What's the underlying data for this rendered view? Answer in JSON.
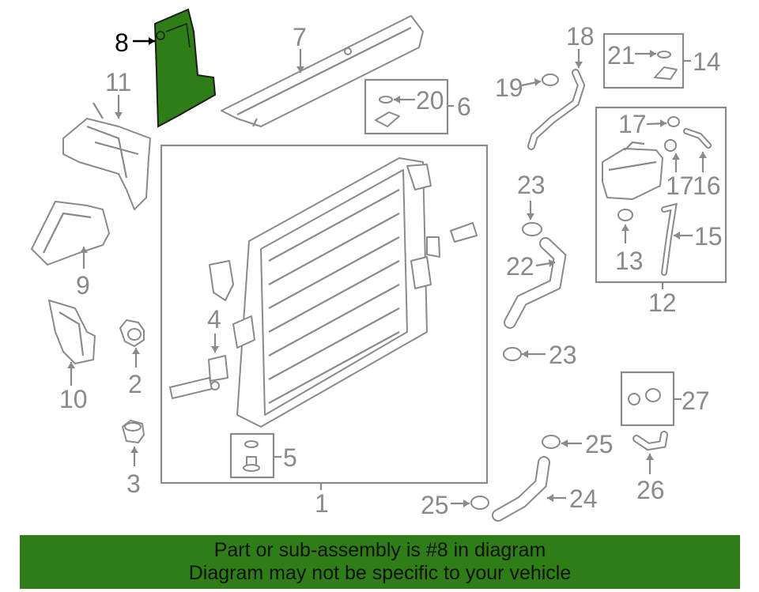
{
  "colors": {
    "highlight_part": "#2e7d16",
    "banner_bg": "#2e7d16",
    "outline": "#8a8a8a"
  },
  "callouts": {
    "c1": "1",
    "c2": "2",
    "c3": "3",
    "c4": "4",
    "c5": "5",
    "c6": "6",
    "c7": "7",
    "c8": "8",
    "c9": "9",
    "c10": "10",
    "c11": "11",
    "c12": "12",
    "c13": "13",
    "c14": "14",
    "c15": "15",
    "c16": "16",
    "c17a": "17",
    "c17b": "17",
    "c18": "18",
    "c19": "19",
    "c20": "20",
    "c21": "21",
    "c22": "22",
    "c23a": "23",
    "c23b": "23",
    "c24": "24",
    "c25a": "25",
    "c25b": "25",
    "c26": "26",
    "c27": "27"
  },
  "banner": {
    "line1": "Part or sub-assembly is #8 in diagram",
    "line2": "Diagram may not be specific to your vehicle"
  }
}
